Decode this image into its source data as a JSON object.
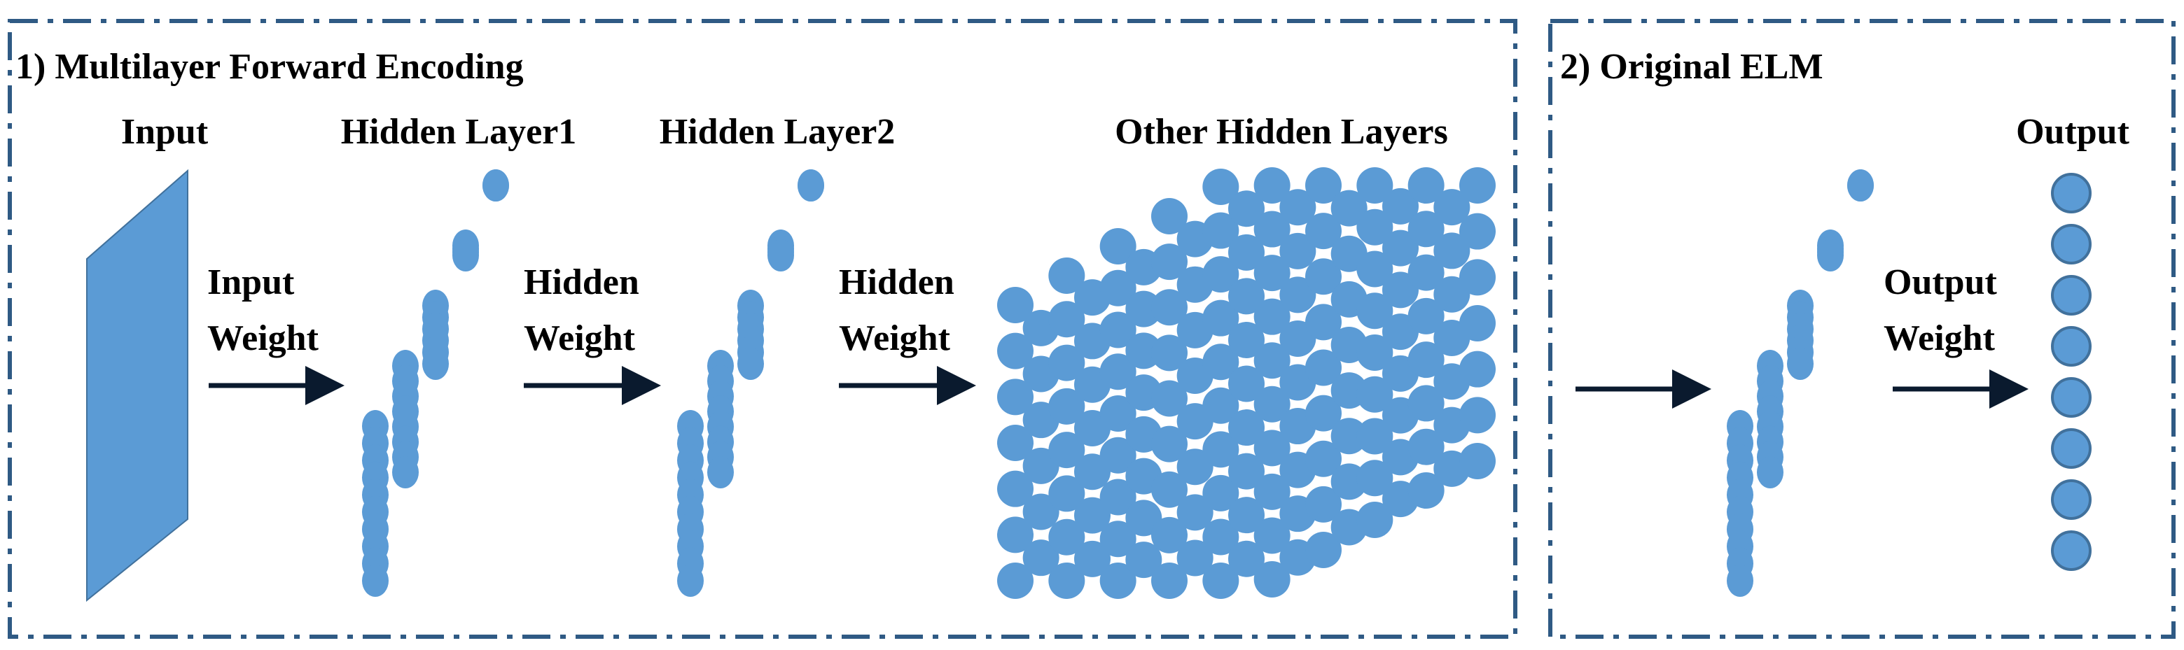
{
  "colors": {
    "background": "#ffffff",
    "frame": "#2f5a84",
    "neuron": "#5b9bd5",
    "neuron_outline": "#41719c",
    "input_plane": "#5b9bd5",
    "arrow": "#0a1a2e",
    "text": "#000000"
  },
  "sections": {
    "encoding": {
      "title": "1) Multilayer Forward Encoding"
    },
    "elm": {
      "title": "2) Original ELM"
    }
  },
  "labels": {
    "input": "Input",
    "hidden_layer1": "Hidden Layer1",
    "hidden_layer2": "Hidden Layer2",
    "other_hidden_layers": "Other Hidden Layers",
    "output": "Output"
  },
  "connections": {
    "input_weight": {
      "line1": "Input",
      "line2": "Weight"
    },
    "hidden_weight_1": {
      "line1": "Hidden",
      "line2": "Weight"
    },
    "hidden_weight_2": {
      "line1": "Hidden",
      "line2": "Weight"
    },
    "output_weight": {
      "line1": "Output",
      "line2": "Weight"
    }
  },
  "icons": {
    "arrow": "right-arrow-icon",
    "neuron": "neuron-circle-icon",
    "input_plane": "input-plane-icon"
  }
}
